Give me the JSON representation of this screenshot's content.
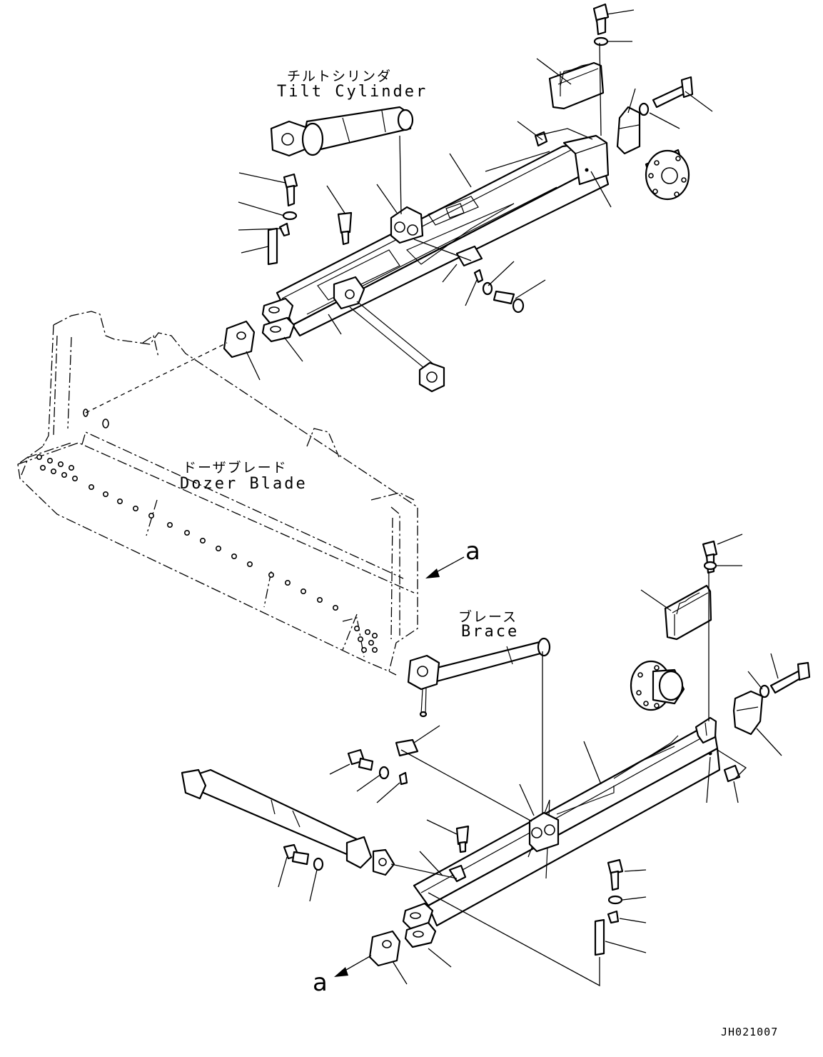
{
  "labels": {
    "tilt_cylinder_jp": "チルトシリンダ",
    "tilt_cylinder_en": "Tilt Cylinder",
    "dozer_blade_jp": "ドーザブレード",
    "dozer_blade_en": "Dozer Blade",
    "brace_jp": "ブレース",
    "brace_en": "Brace",
    "callout_a_top": "a",
    "callout_a_bottom": "a"
  },
  "drawing_code": "JH021007",
  "icons": {
    "arrow": "arrow-icon"
  }
}
